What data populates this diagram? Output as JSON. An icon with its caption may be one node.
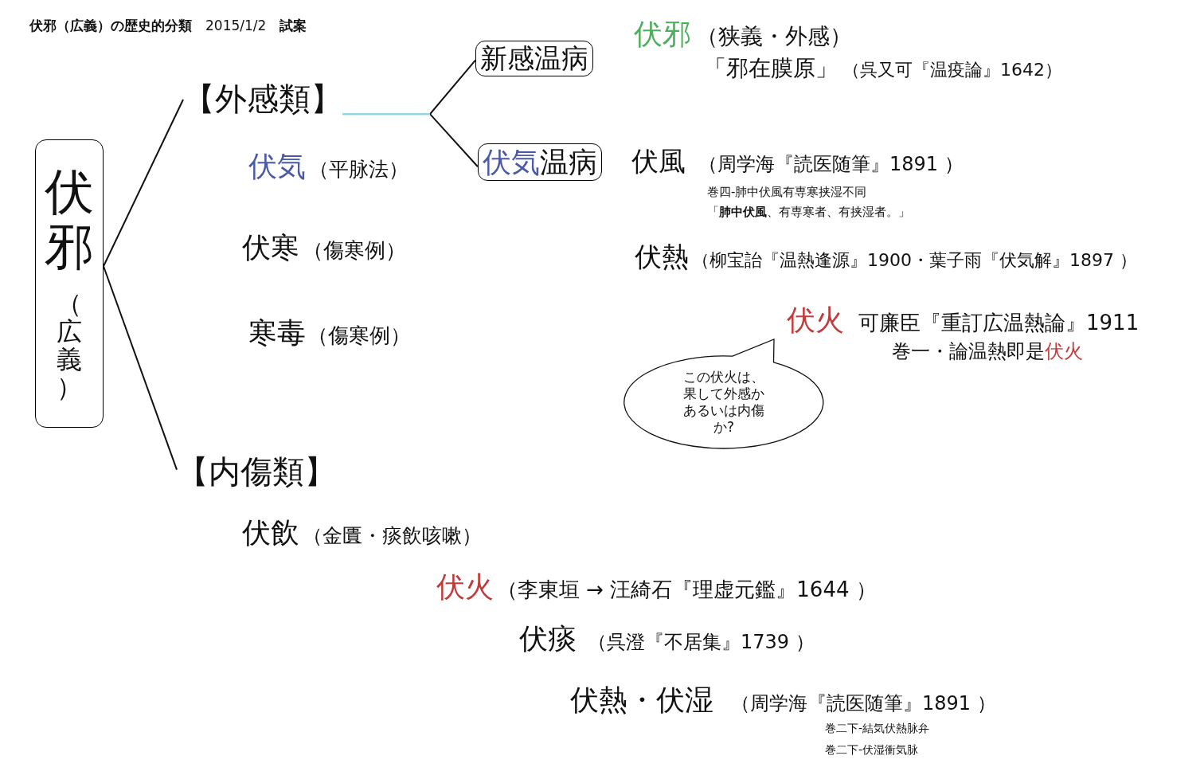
{
  "diagram": {
    "title": "**伏邪（広義）の歴史的分類**　2015/1/2　**試案**",
    "nodes": [
      {
        "text": [
          "伏邪",
          "（広義）"
        ]
      },
      {
        "text": [
          "【外感類】"
        ]
      },
      {
        "text": [
          "新感温病"
        ]
      },
      {
        "text": [
          "伏気",
          "温病"
        ]
      },
      {
        "text": [
          "この伏火は、果して外感かあるいは内傷か?"
        ]
      },
      {
        "text": [
          "【内傷類】"
        ]
      }
    ],
    "edges": [
      {
        "from": 0,
        "to": 1,
        "arrow": "none"
      },
      {
        "from": 0,
        "to": 5,
        "arrow": "none"
      },
      {
        "from": 1,
        "to": 2,
        "arrow": "none"
      },
      {
        "from": 1,
        "to": 3,
        "arrow": "none"
      }
    ],
    "labels": [
      "伏気",
      "（平脉法）",
      "伏寒",
      "（傷寒例）",
      "寒毒",
      "（傷寒例）",
      "伏邪",
      "（狭義・外感）",
      "「邪在膜原」",
      "（呉又可『温疫論』1642）",
      "伏風",
      "（周学海『読医随筆』1891 ）",
      "巻四-肺中伏風有専寒挟湿不同",
      "「**肺中伏風**、有専寒者、有挟湿者。」",
      "伏熱",
      "（柳宝詒『温熱逢源』1900・葉子雨『伏気解』1897 ）",
      "伏火",
      "可廉臣『重訂広温熱論』1911",
      "巻一・論温熱即是",
      "伏火",
      "伏飲",
      "（金匱・痰飲咳嗽）",
      "伏火",
      "（李東垣 → 汪綺石『理虚元鑑』1644 ）",
      "伏痰",
      "（呉澄『不居集』1739 ）",
      "伏熱・伏湿",
      "（周学海『読医随筆』1891 ）",
      "巻二下-結気伏熱脉弁",
      "巻二下-伏湿衝気脉"
    ]
  }
}
